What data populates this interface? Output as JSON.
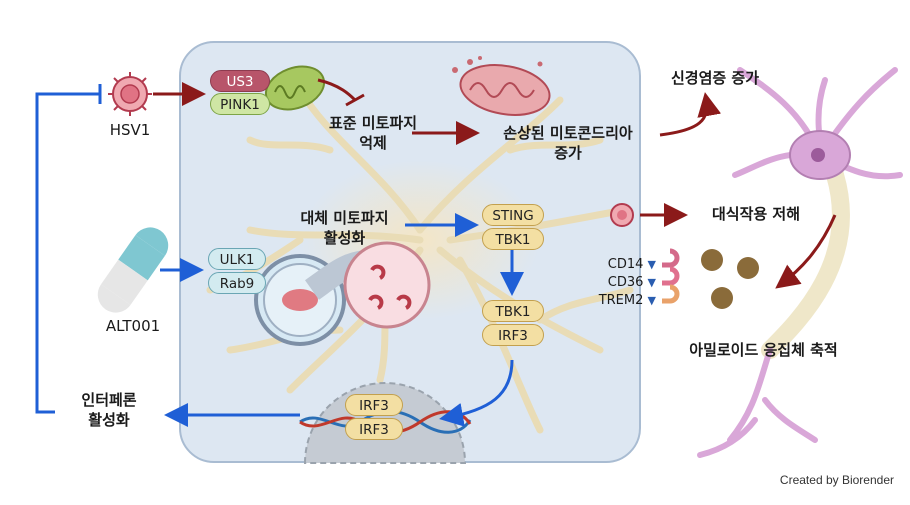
{
  "labels": {
    "hsv1": "HSV1",
    "alt001": "ALT001",
    "basal_mitophagy_suppression": [
      "표준 미토파지",
      "억제"
    ],
    "damaged_mito_increase": [
      "손상된 미토콘드리아",
      "증가"
    ],
    "neuroinflammation_increase": "신경염증 증가",
    "alt_mitophagy_activation": [
      "대체 미토파지",
      "활성화"
    ],
    "phagocytosis_inhibition": "대식작용 저해",
    "amyloid_accumulation": "아밀로이드 응집체 축적",
    "interferon_activation": [
      "인터페론",
      "활성화"
    ]
  },
  "proteins": {
    "us3": "US3",
    "pink1": "PINK1",
    "ulk1": "ULK1",
    "rab9": "Rab9",
    "sting": "STING",
    "tbk1_top": "TBK1",
    "tbk1_mid": "TBK1",
    "irf3_mid": "IRF3",
    "irf3_dna_top": "IRF3",
    "irf3_dna_bottom": "IRF3"
  },
  "receptors": [
    {
      "name": "CD14",
      "marker": "▼"
    },
    {
      "name": "CD36",
      "marker": "▼"
    },
    {
      "name": "TREM2",
      "marker": "▼"
    }
  ],
  "credit": "Created by Biorender",
  "colors": {
    "activation_arrow": "#8b1a1a",
    "blue_arrow": "#1f5fd6",
    "cell_fill": "#dce6f1",
    "neuron": "#d9a7d8"
  }
}
